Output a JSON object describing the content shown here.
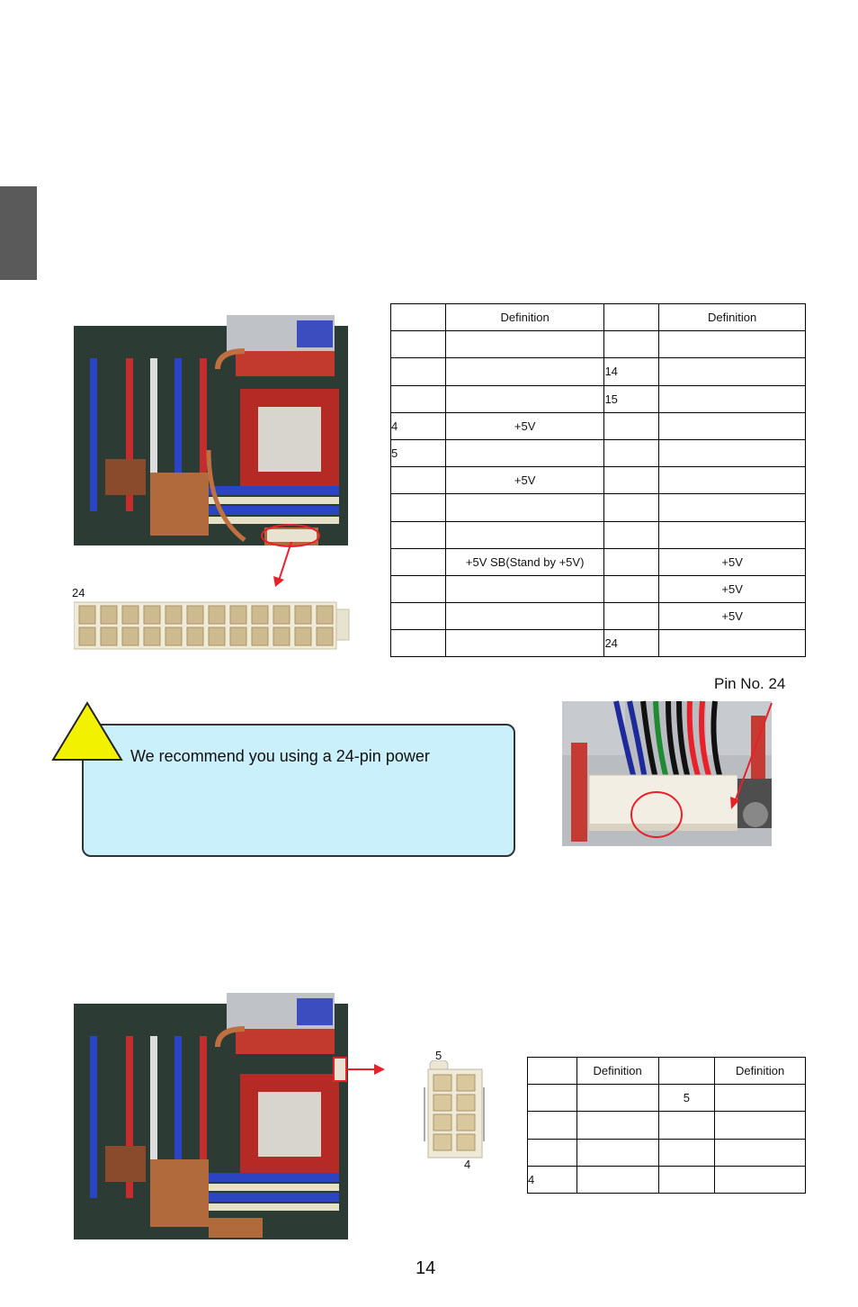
{
  "main_table": {
    "header": [
      "",
      "Definition",
      "",
      "Definition"
    ],
    "rows": [
      [
        "",
        "",
        "",
        ""
      ],
      [
        "",
        "",
        "14",
        ""
      ],
      [
        "",
        "",
        "15",
        ""
      ],
      [
        "4",
        "+5V",
        "",
        ""
      ],
      [
        "5",
        "",
        "",
        ""
      ],
      [
        "",
        "+5V",
        "",
        ""
      ],
      [
        "",
        "",
        "",
        ""
      ],
      [
        "",
        "",
        "",
        ""
      ],
      [
        "",
        "+5V SB(Stand by +5V)",
        "",
        "+5V"
      ],
      [
        "",
        "",
        "",
        "+5V"
      ],
      [
        "",
        "",
        "",
        "+5V"
      ],
      [
        "",
        "",
        "24",
        ""
      ]
    ]
  },
  "connector24_label": "24",
  "pin24_label": "Pin No. 24",
  "note_text": "We recommend you using a 24-pin power",
  "connector8_label_top": "5",
  "connector8_label_bottom": "4",
  "small_table": {
    "header": [
      "",
      "Definition",
      "",
      "Definition"
    ],
    "rows": [
      [
        "",
        "",
        "5",
        ""
      ],
      [
        "",
        "",
        "",
        ""
      ],
      [
        "",
        "",
        "",
        ""
      ],
      [
        "4",
        "",
        "",
        ""
      ]
    ]
  },
  "page_number": "14",
  "colors": {
    "note_bg": "#c9f0fb",
    "warning_yellow": "#f2f200",
    "arrow_red": "#e8202a",
    "side_tab": "#5a5a5a"
  }
}
